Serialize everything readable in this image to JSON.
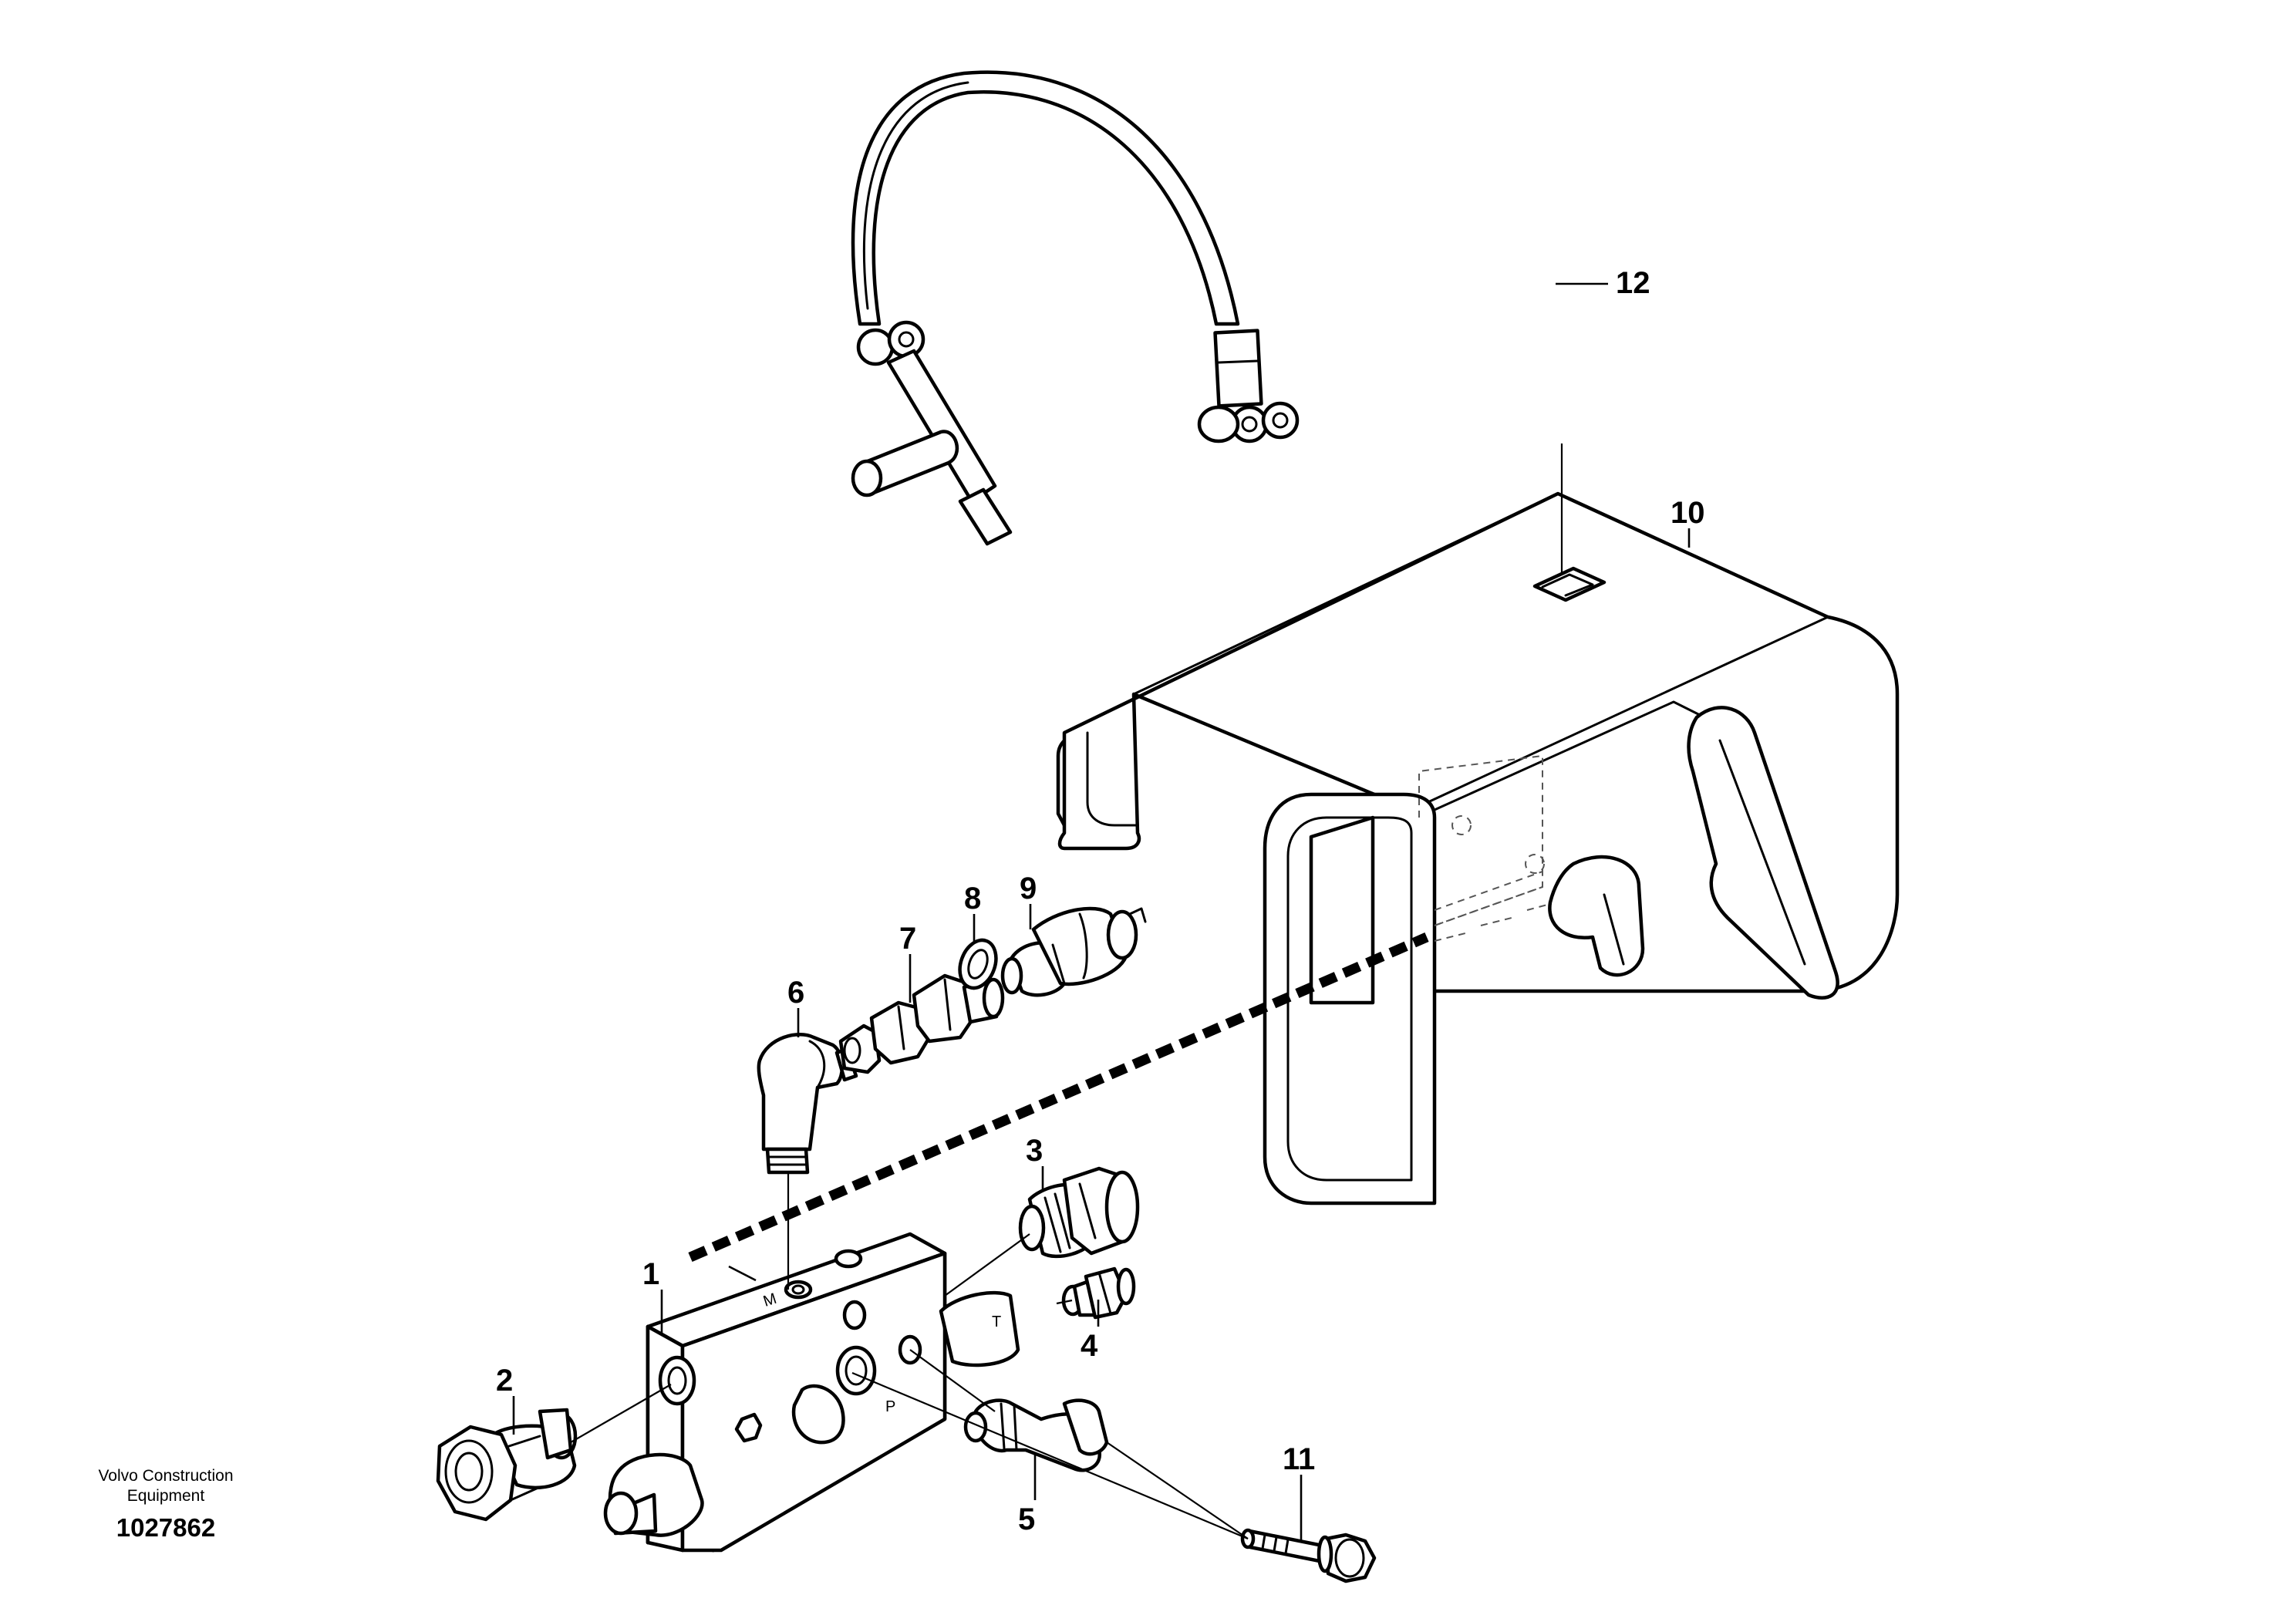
{
  "footer": {
    "company_line1": "Volvo Construction",
    "company_line2": "Equipment",
    "drawing_number": "1027862"
  },
  "callouts": {
    "c1": "1",
    "c2": "2",
    "c3": "3",
    "c4": "4",
    "c5": "5",
    "c6": "6",
    "c7": "7",
    "c8": "8",
    "c9": "9",
    "c10": "10",
    "c11": "11",
    "c12": "12"
  },
  "port_marks": {
    "m": "M",
    "t": "T",
    "p": "P"
  }
}
